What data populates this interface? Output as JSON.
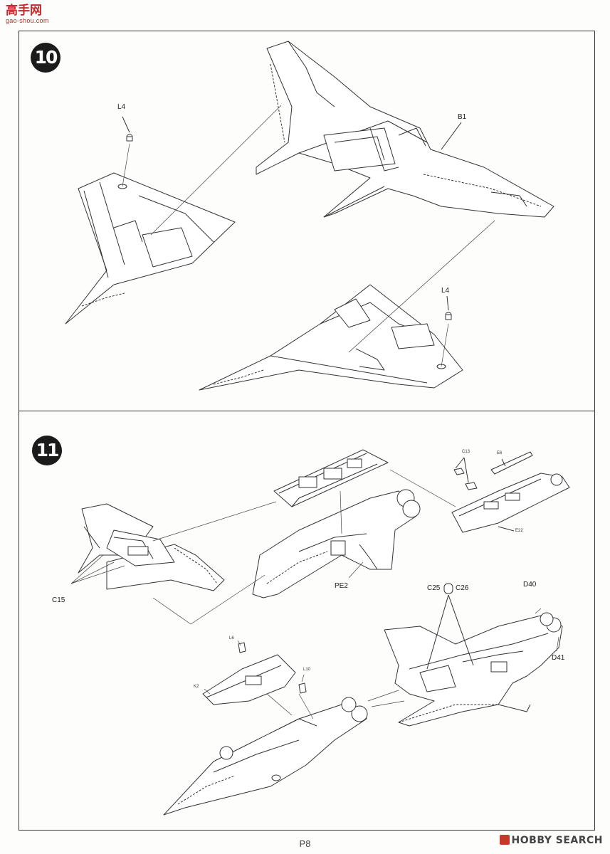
{
  "watermark": {
    "title": "高手网",
    "url": "gao-shou.com"
  },
  "step10": {
    "number": "10",
    "labels": {
      "l4_left": "L4",
      "b1": "B1",
      "l4_right": "L4"
    }
  },
  "step11": {
    "number": "11",
    "labels": {
      "c13": "C13",
      "e6": "E6",
      "e22": "E22",
      "c15": "C15",
      "pe2": "PE2",
      "c25": "C25",
      "c26": "C26",
      "d40": "D40",
      "d41": "D41",
      "l6": "L6",
      "l10": "L10",
      "k2": "K2"
    }
  },
  "footer": {
    "page": "P8",
    "brand": "HOBBY SEARCH"
  }
}
